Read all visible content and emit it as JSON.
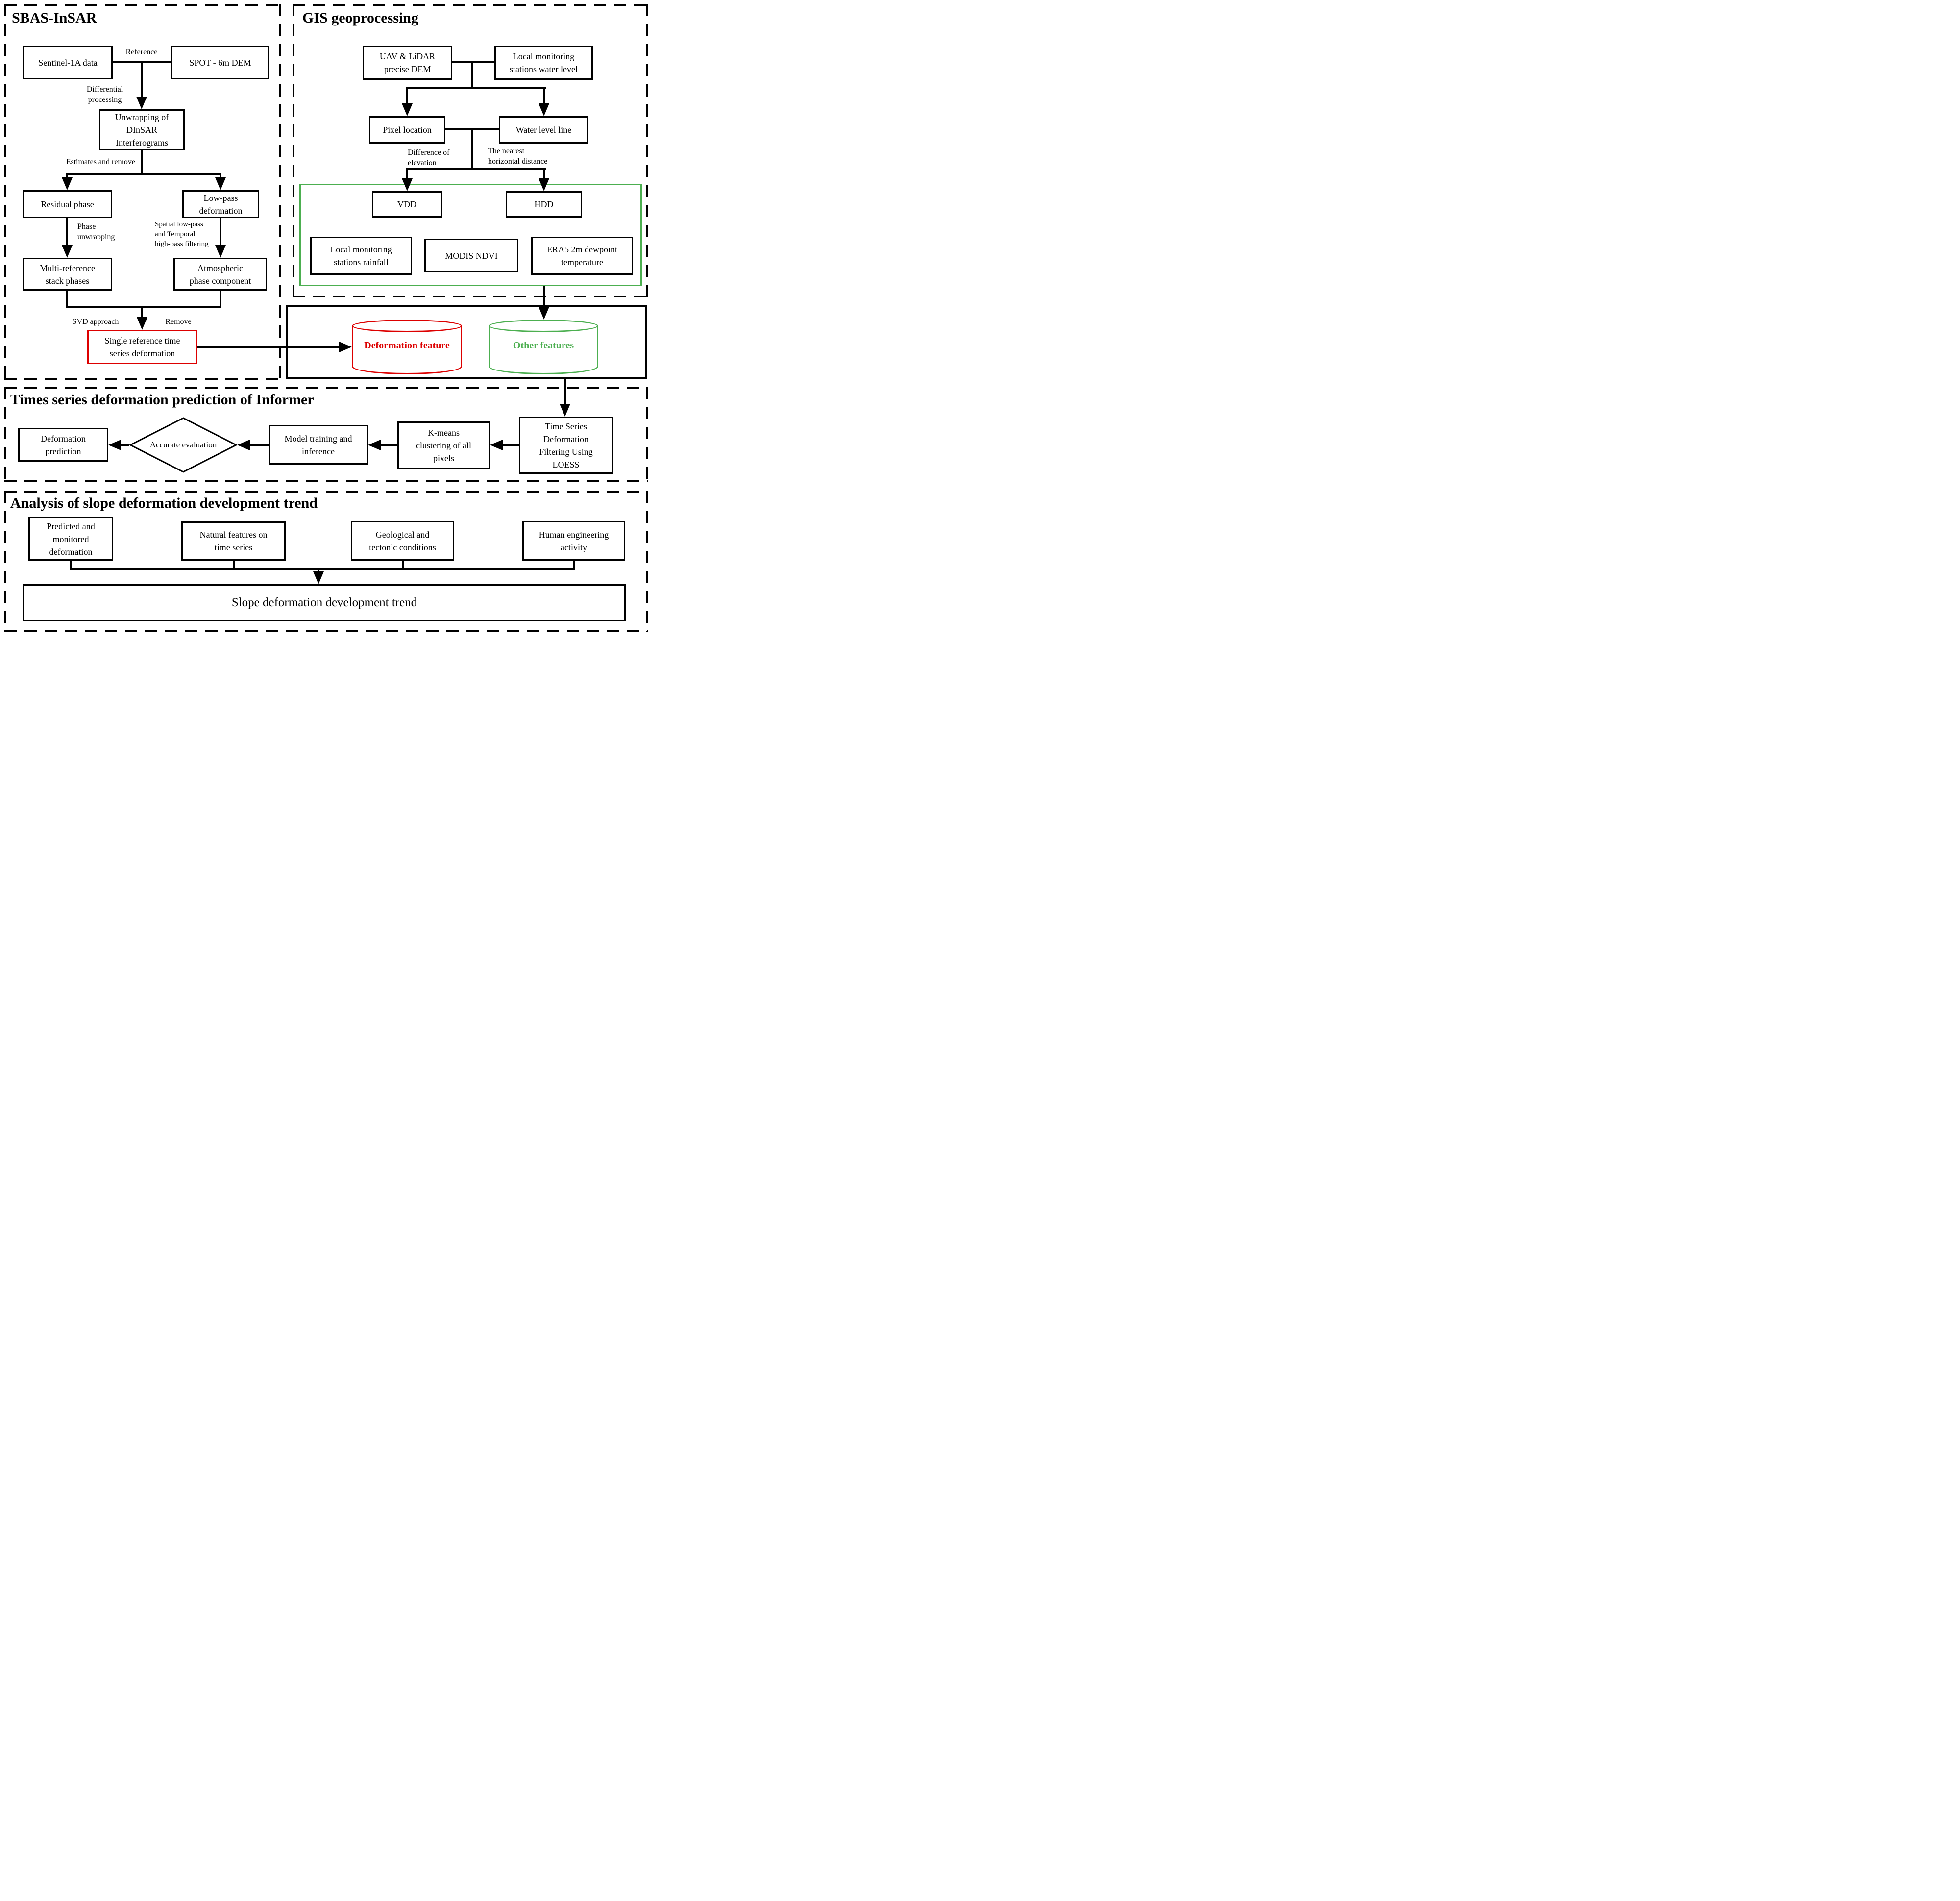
{
  "sections": {
    "sbas": {
      "title": "SBAS-InSAR"
    },
    "gis": {
      "title": "GIS geoprocessing"
    },
    "informer": {
      "title": "Times series deformation prediction of Informer"
    },
    "analysis": {
      "title": "Analysis of slope deformation development trend"
    }
  },
  "nodes": {
    "sentinel": "Sentinel-1A data",
    "spot": "SPOT - 6m DEM",
    "unwrapping": "Unwrapping of\nDInSAR\nInterferograms",
    "residual": "Residual phase",
    "lowpass": "Low-pass\ndeformation",
    "multiref": "Multi-reference\nstack phases",
    "atmospheric": "Atmospheric\nphase component",
    "single_ref": "Single reference time\nseries deformation",
    "uav": "UAV & LiDAR\nprecise DEM",
    "water_station": "Local monitoring\nstations water level",
    "pixel": "Pixel location",
    "water_line": "Water level line",
    "vdd": "VDD",
    "hdd": "HDD",
    "rainfall": "Local monitoring\nstations rainfall",
    "modis": "MODIS NDVI",
    "era5": "ERA5 2m dewpoint\ntemperature",
    "deform_feature": "Deformation feature",
    "other_features": "Other features",
    "loess": "Time Series\nDeformation\nFiltering Using\nLOESS",
    "kmeans": "K-means\nclustering of all\npixels",
    "model": "Model training and\ninference",
    "evaluation": "Accurate evaluation",
    "prediction": "Deformation\nprediction",
    "predicted_monitored": "Predicted and\nmonitored\ndeformation",
    "natural": "Natural features on\ntime series",
    "geological": "Geological and\ntectonic conditions",
    "human": "Human engineering\nactivity",
    "slope_trend": "Slope deformation development trend"
  },
  "edge_labels": {
    "reference": "Reference",
    "differential": "Differential\nprocessing",
    "estimates": "Estimates and remove",
    "phase_unwrapping": "Phase\nunwrapping",
    "spatial_filtering": "Spatial low-pass\nand Temporal\nhigh-pass filtering",
    "svd": "SVD approach",
    "remove": "Remove",
    "diff_elevation": "Difference of\nelevation",
    "nearest_distance": "The nearest\nhorizontal distance"
  },
  "colors": {
    "deformation_feature_red": "#DD0000",
    "other_features_green": "#4CAF50",
    "line_black": "#000000"
  }
}
